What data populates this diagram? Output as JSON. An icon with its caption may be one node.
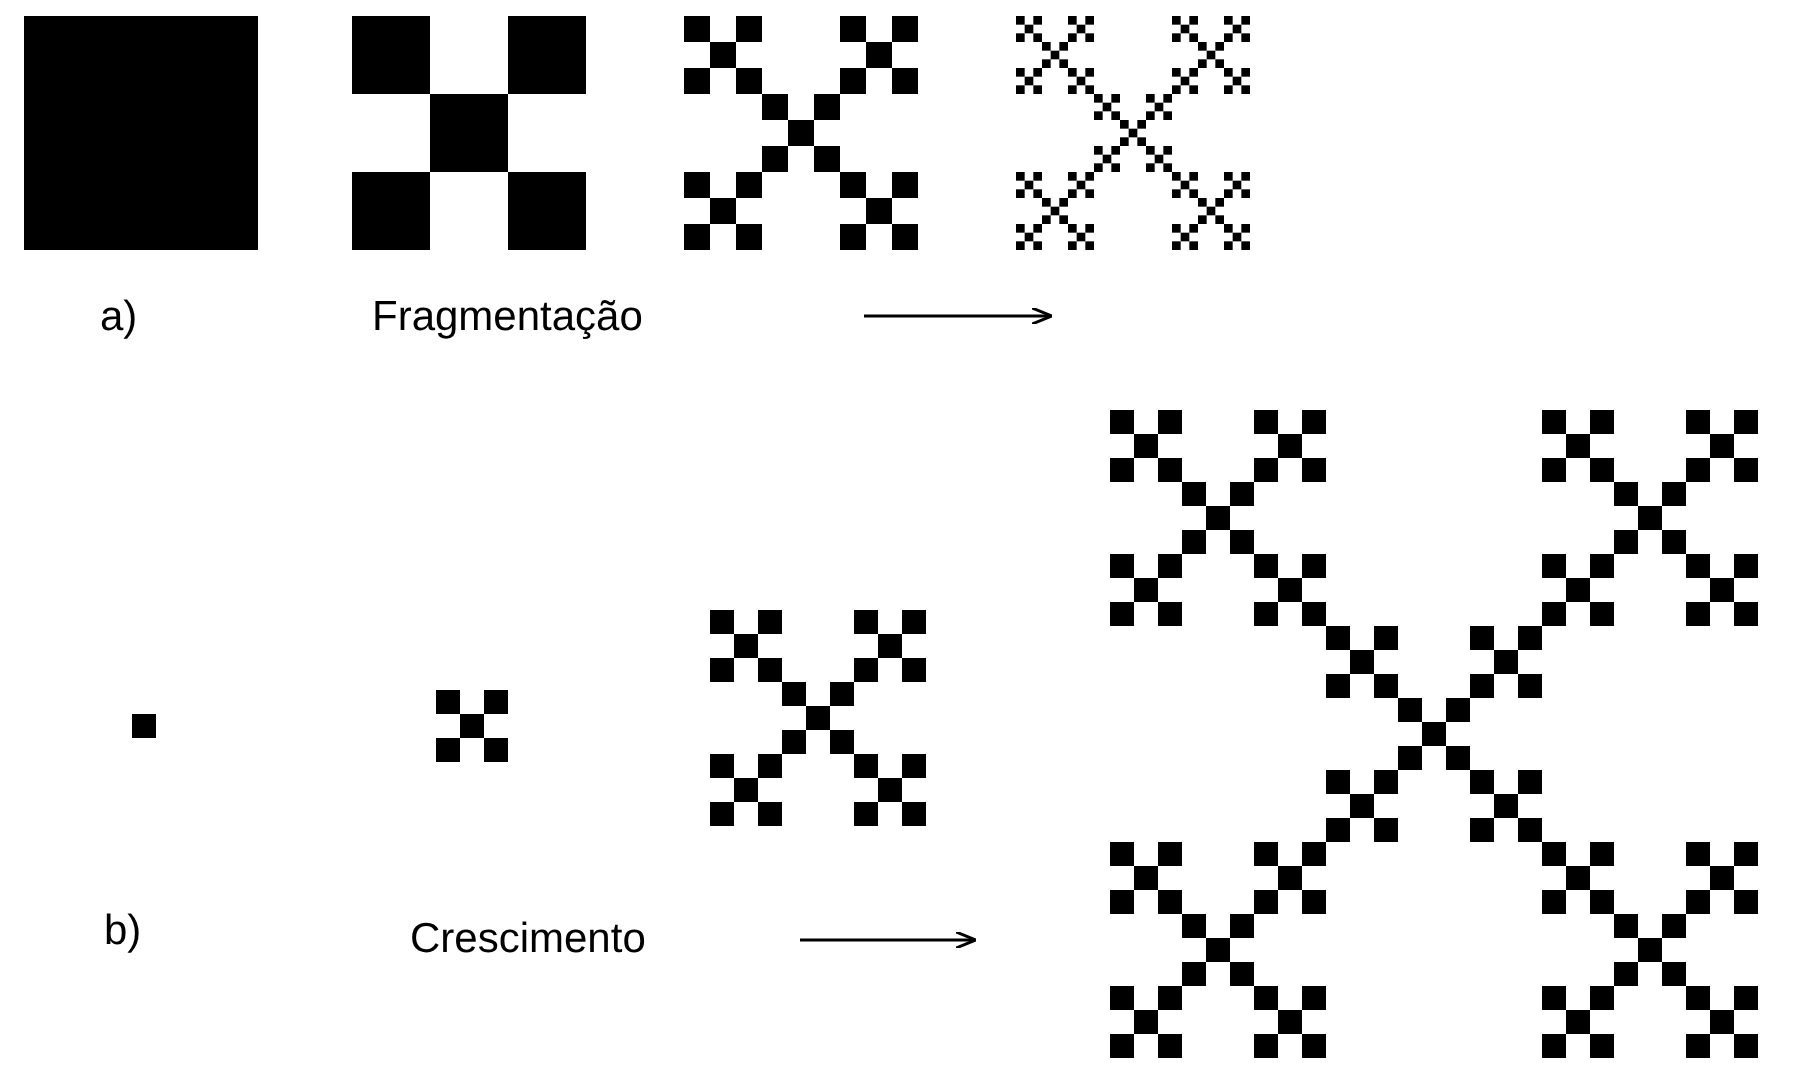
{
  "diagram": {
    "labels": [
      "a)",
      "Fragmentação",
      "b)",
      "Crescimento"
    ]
  }
}
